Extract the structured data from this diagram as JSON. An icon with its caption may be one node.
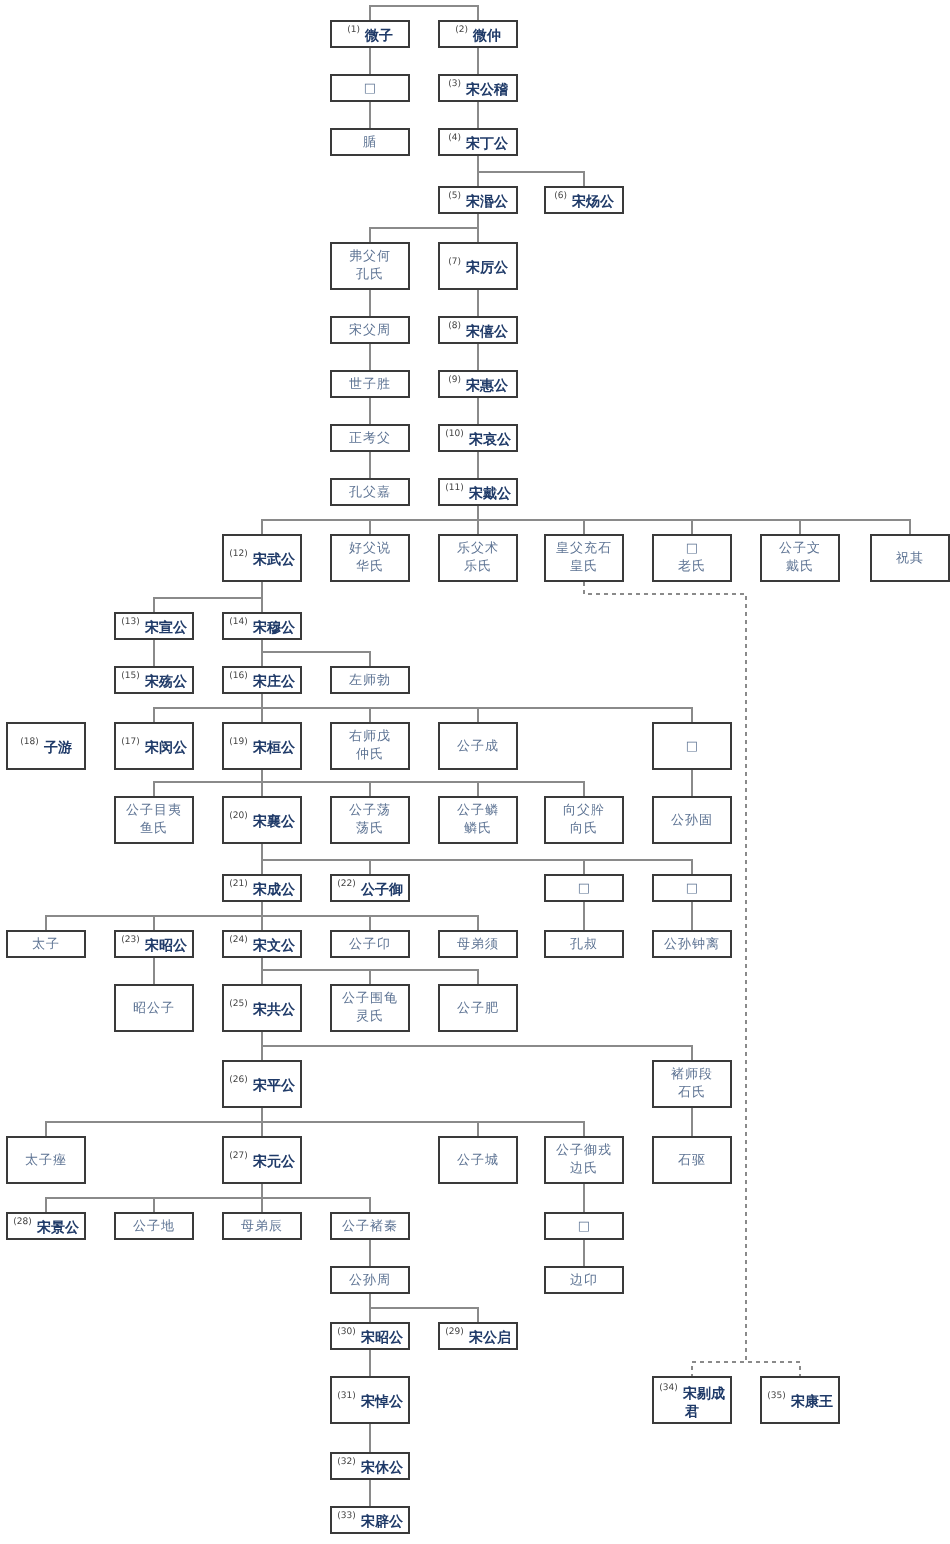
{
  "diagram": {
    "nodes": [
      {
        "text": [
          "$^{(1)}$ 微子"
        ]
      },
      {
        "text": [
          "$^{(2)}$ 微仲"
        ]
      },
      {
        "text": [
          "□"
        ]
      },
      {
        "text": [
          "$^{(3)}$ 宋公稽"
        ]
      },
      {
        "text": [
          "腯"
        ]
      },
      {
        "text": [
          "$^{(4)}$ 宋丁公"
        ]
      },
      {
        "text": [
          "$^{(5)}$ 宋湣公"
        ]
      },
      {
        "text": [
          "$^{(6)}$ 宋炀公"
        ]
      },
      {
        "text": [
          "弗父何",
          "孔氏"
        ]
      },
      {
        "text": [
          "$^{(7)}$ 宋厉公"
        ]
      },
      {
        "text": [
          "宋父周"
        ]
      },
      {
        "text": [
          "$^{(8)}$ 宋僖公"
        ]
      },
      {
        "text": [
          "世子胜"
        ]
      },
      {
        "text": [
          "$^{(9)}$ 宋惠公"
        ]
      },
      {
        "text": [
          "正考父"
        ]
      },
      {
        "text": [
          "$^{(10)}$ 宋哀公"
        ]
      },
      {
        "text": [
          "孔父嘉"
        ]
      },
      {
        "text": [
          "$^{(11)}$ 宋戴公"
        ]
      },
      {
        "text": [
          "$^{(12)}$ 宋武公"
        ]
      },
      {
        "text": [
          "好父说",
          "华氏"
        ]
      },
      {
        "text": [
          "乐父术",
          "乐氏"
        ]
      },
      {
        "text": [
          "皇父充石",
          "皇氏"
        ]
      },
      {
        "text": [
          "□",
          "老氏"
        ]
      },
      {
        "text": [
          "公子文",
          "戴氏"
        ]
      },
      {
        "text": [
          "祝其"
        ]
      },
      {
        "text": [
          "$^{(13)}$ 宋宣公"
        ]
      },
      {
        "text": [
          "$^{(14)}$ 宋穆公"
        ]
      },
      {
        "text": [
          "$^{(15)}$ 宋殇公"
        ]
      },
      {
        "text": [
          "$^{(16)}$ 宋庄公"
        ]
      },
      {
        "text": [
          "左师勃"
        ]
      },
      {
        "text": [
          "$^{(18)}$ 子游"
        ]
      },
      {
        "text": [
          "$^{(17)}$ 宋闵公"
        ]
      },
      {
        "text": [
          "$^{(19)}$ 宋桓公"
        ]
      },
      {
        "text": [
          "右师戊",
          "仲氏"
        ]
      },
      {
        "text": [
          "公子成"
        ]
      },
      {
        "text": [
          "□"
        ]
      },
      {
        "text": [
          "公子目夷",
          "鱼氏"
        ]
      },
      {
        "text": [
          "$^{(20)}$ 宋襄公"
        ]
      },
      {
        "text": [
          "公子荡",
          "荡氏"
        ]
      },
      {
        "text": [
          "公子鳞",
          "鳞氏"
        ]
      },
      {
        "text": [
          "向父肸",
          "向氏"
        ]
      },
      {
        "text": [
          "公孙固"
        ]
      },
      {
        "text": [
          "$^{(21)}$ 宋成公"
        ]
      },
      {
        "text": [
          "$^{(22)}$ 公子御"
        ]
      },
      {
        "text": [
          "□"
        ]
      },
      {
        "text": [
          "□"
        ]
      },
      {
        "text": [
          "太子"
        ]
      },
      {
        "text": [
          "$^{(23)}$ 宋昭公"
        ]
      },
      {
        "text": [
          "$^{(24)}$ 宋文公"
        ]
      },
      {
        "text": [
          "公子卬"
        ]
      },
      {
        "text": [
          "母弟须"
        ]
      },
      {
        "text": [
          "孔叔"
        ]
      },
      {
        "text": [
          "公孙钟离"
        ]
      },
      {
        "text": [
          "昭公子"
        ]
      },
      {
        "text": [
          "$^{(25)}$ 宋共公"
        ]
      },
      {
        "text": [
          "公子围龟",
          "灵氏"
        ]
      },
      {
        "text": [
          "公子肥"
        ]
      },
      {
        "text": [
          "$^{(26)}$ 宋平公"
        ]
      },
      {
        "text": [
          "褚师段",
          "石氏"
        ]
      },
      {
        "text": [
          "太子痤"
        ]
      },
      {
        "text": [
          "$^{(27)}$ 宋元公"
        ]
      },
      {
        "text": [
          "公子城"
        ]
      },
      {
        "text": [
          "公子御戎",
          "边氏"
        ]
      },
      {
        "text": [
          "石驱"
        ]
      },
      {
        "text": [
          "$^{(28)}$ 宋景公"
        ]
      },
      {
        "text": [
          "公子地"
        ]
      },
      {
        "text": [
          "母弟辰"
        ]
      },
      {
        "text": [
          "公子褚秦"
        ]
      },
      {
        "text": [
          "□"
        ]
      },
      {
        "text": [
          "公孙周"
        ]
      },
      {
        "text": [
          "边卬"
        ]
      },
      {
        "text": [
          "$^{(30)}$ 宋昭公"
        ]
      },
      {
        "text": [
          "$^{(29)}$ 宋公启"
        ]
      },
      {
        "text": [
          "$^{(31)}$ 宋悼公"
        ]
      },
      {
        "text": [
          "$^{(34)}$ 宋剔成君"
        ]
      },
      {
        "text": [
          "$^{(35)}$ 宋康王"
        ]
      },
      {
        "text": [
          "$^{(32)}$ 宋休公"
        ]
      },
      {
        "text": [
          "$^{(33)}$ 宋辟公"
        ]
      }
    ],
    "edges": [
      {
        "from": 0,
        "to": 1,
        "arrow": "none"
      },
      {
        "from": 0,
        "to": 2,
        "arrow": "none"
      },
      {
        "from": 2,
        "to": 4,
        "arrow": "none"
      },
      {
        "from": 1,
        "to": 3,
        "arrow": "none"
      },
      {
        "from": 3,
        "to": 5,
        "arrow": "none"
      },
      {
        "from": 5,
        "to": 6,
        "arrow": "none"
      },
      {
        "from": 5,
        "to": 7,
        "arrow": "none"
      },
      {
        "from": 6,
        "to": 8,
        "arrow": "none"
      },
      {
        "from": 6,
        "to": 9,
        "arrow": "none"
      },
      {
        "from": 8,
        "to": 10,
        "arrow": "none"
      },
      {
        "from": 10,
        "to": 12,
        "arrow": "none"
      },
      {
        "from": 12,
        "to": 14,
        "arrow": "none"
      },
      {
        "from": 14,
        "to": 16,
        "arrow": "none"
      },
      {
        "from": 9,
        "to": 11,
        "arrow": "none"
      },
      {
        "from": 11,
        "to": 13,
        "arrow": "none"
      },
      {
        "from": 13,
        "to": 15,
        "arrow": "none"
      },
      {
        "from": 15,
        "to": 17,
        "arrow": "none"
      },
      {
        "from": 17,
        "to": 18,
        "arrow": "none"
      },
      {
        "from": 17,
        "to": 19,
        "arrow": "none"
      },
      {
        "from": 17,
        "to": 20,
        "arrow": "none"
      },
      {
        "from": 17,
        "to": 21,
        "arrow": "none"
      },
      {
        "from": 17,
        "to": 22,
        "arrow": "none"
      },
      {
        "from": 17,
        "to": 23,
        "arrow": "none"
      },
      {
        "from": 17,
        "to": 24,
        "arrow": "none"
      },
      {
        "from": 18,
        "to": 25,
        "arrow": "none"
      },
      {
        "from": 18,
        "to": 26,
        "arrow": "none"
      },
      {
        "from": 25,
        "to": 27,
        "arrow": "none"
      },
      {
        "from": 26,
        "to": 28,
        "arrow": "none"
      },
      {
        "from": 26,
        "to": 29,
        "arrow": "none"
      },
      {
        "from": 28,
        "to": 31,
        "arrow": "none"
      },
      {
        "from": 28,
        "to": 32,
        "arrow": "none"
      },
      {
        "from": 28,
        "to": 33,
        "arrow": "none"
      },
      {
        "from": 28,
        "to": 34,
        "arrow": "none"
      },
      {
        "from": 28,
        "to": 35,
        "arrow": "none"
      },
      {
        "from": 35,
        "to": 41,
        "arrow": "none"
      },
      {
        "from": 32,
        "to": 36,
        "arrow": "none"
      },
      {
        "from": 32,
        "to": 37,
        "arrow": "none"
      },
      {
        "from": 32,
        "to": 38,
        "arrow": "none"
      },
      {
        "from": 32,
        "to": 39,
        "arrow": "none"
      },
      {
        "from": 32,
        "to": 40,
        "arrow": "none"
      },
      {
        "from": 37,
        "to": 42,
        "arrow": "none"
      },
      {
        "from": 37,
        "to": 43,
        "arrow": "none"
      },
      {
        "from": 37,
        "to": 44,
        "arrow": "none"
      },
      {
        "from": 37,
        "to": 45,
        "arrow": "none"
      },
      {
        "from": 44,
        "to": 51,
        "arrow": "none"
      },
      {
        "from": 45,
        "to": 52,
        "arrow": "none"
      },
      {
        "from": 42,
        "to": 46,
        "arrow": "none"
      },
      {
        "from": 42,
        "to": 47,
        "arrow": "none"
      },
      {
        "from": 42,
        "to": 48,
        "arrow": "none"
      },
      {
        "from": 42,
        "to": 49,
        "arrow": "none"
      },
      {
        "from": 42,
        "to": 50,
        "arrow": "none"
      },
      {
        "from": 47,
        "to": 53,
        "arrow": "none"
      },
      {
        "from": 48,
        "to": 54,
        "arrow": "none"
      },
      {
        "from": 48,
        "to": 55,
        "arrow": "none"
      },
      {
        "from": 48,
        "to": 56,
        "arrow": "none"
      },
      {
        "from": 54,
        "to": 57,
        "arrow": "none"
      },
      {
        "from": 54,
        "to": 58,
        "arrow": "none"
      },
      {
        "from": 58,
        "to": 63,
        "arrow": "none"
      },
      {
        "from": 57,
        "to": 59,
        "arrow": "none"
      },
      {
        "from": 57,
        "to": 60,
        "arrow": "none"
      },
      {
        "from": 57,
        "to": 61,
        "arrow": "none"
      },
      {
        "from": 57,
        "to": 62,
        "arrow": "none"
      },
      {
        "from": 62,
        "to": 68,
        "arrow": "none"
      },
      {
        "from": 68,
        "to": 70,
        "arrow": "none"
      },
      {
        "from": 60,
        "to": 64,
        "arrow": "none"
      },
      {
        "from": 60,
        "to": 65,
        "arrow": "none"
      },
      {
        "from": 60,
        "to": 66,
        "arrow": "none"
      },
      {
        "from": 60,
        "to": 67,
        "arrow": "none"
      },
      {
        "from": 67,
        "to": 69,
        "arrow": "none"
      },
      {
        "from": 69,
        "to": 71,
        "arrow": "none"
      },
      {
        "from": 69,
        "to": 72,
        "arrow": "none"
      },
      {
        "from": 71,
        "to": 73,
        "arrow": "none"
      },
      {
        "from": 73,
        "to": 76,
        "arrow": "none"
      },
      {
        "from": 76,
        "to": 77,
        "arrow": "none"
      },
      {
        "from": 21,
        "to": 74,
        "arrow": "none",
        "style": "dashed"
      },
      {
        "from": 21,
        "to": 75,
        "arrow": "none",
        "style": "dashed"
      }
    ]
  }
}
